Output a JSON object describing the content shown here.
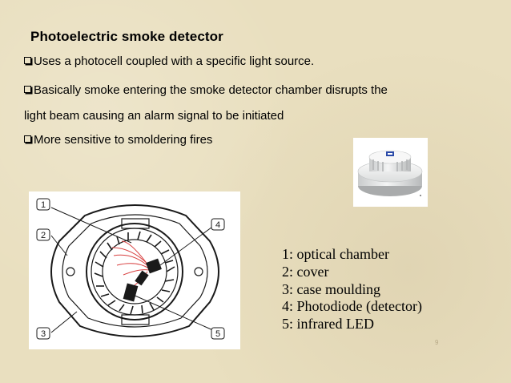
{
  "slide": {
    "title": "Photoelectric smoke detector",
    "bullets": [
      {
        "text": "Uses a photocell coupled with a specific light source."
      },
      {
        "text": "Basically smoke entering the smoke detector chamber disrupts the",
        "continuation": "light beam causing an alarm signal to be initiated"
      },
      {
        "text": "More sensitive to smoldering fires"
      }
    ],
    "legend": [
      "1: optical chamber",
      "2: cover",
      "3: case moulding",
      "4: Photodiode (detector)",
      "5: infrared LED"
    ],
    "diagram_callouts": [
      "1",
      "2",
      "3",
      "4",
      "5"
    ],
    "page_number": "9",
    "colors": {
      "background": "#e9dfbf",
      "beam": "#d84040",
      "accent": "#000000"
    }
  }
}
